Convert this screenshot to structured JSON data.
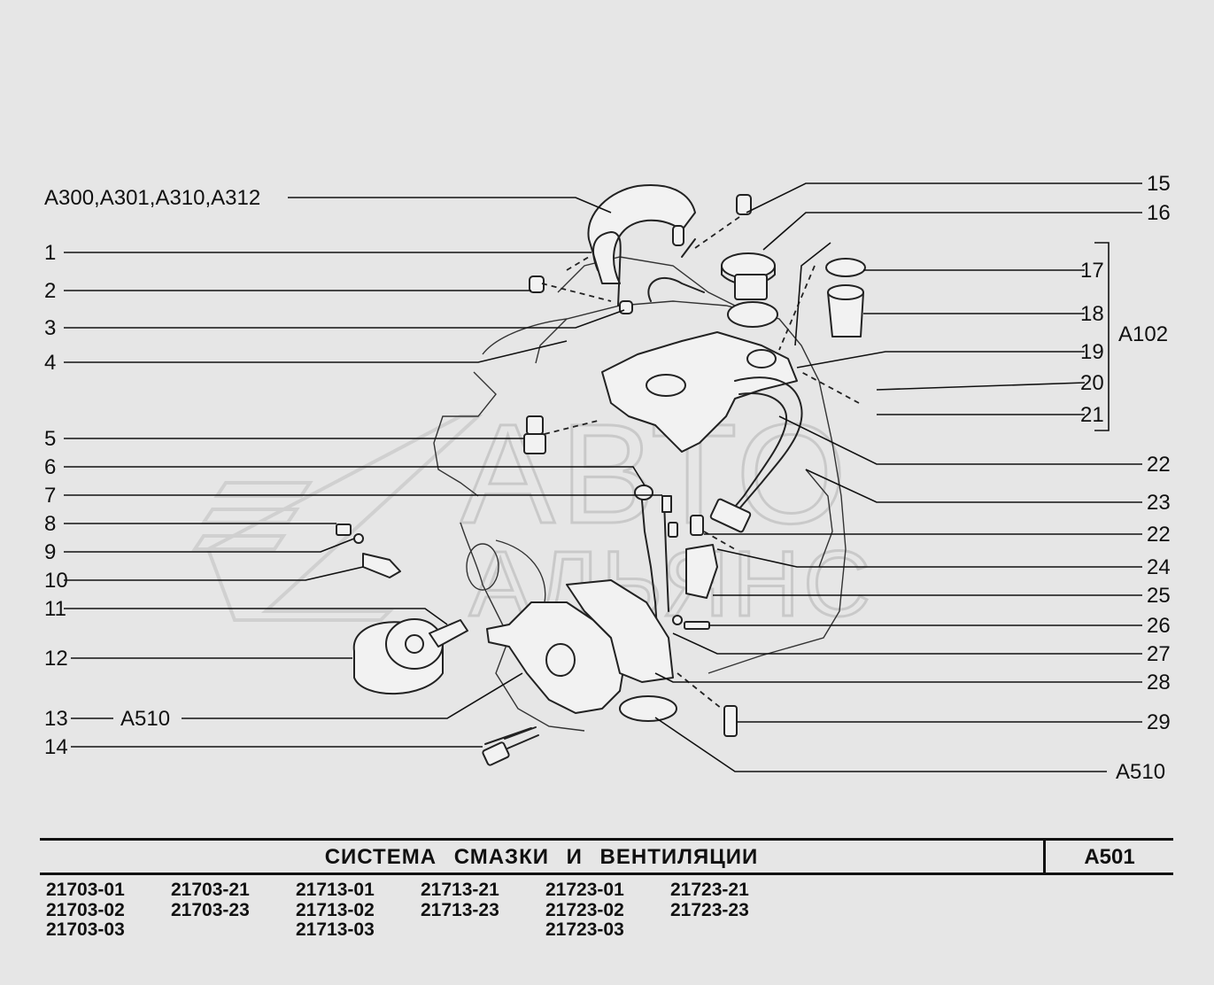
{
  "callouts_left": [
    "A300,A301,A310,A312",
    "1",
    "2",
    "3",
    "4",
    "5",
    "6",
    "7",
    "8",
    "9",
    "10",
    "11",
    "12",
    "13",
    "A510",
    "14"
  ],
  "callouts_right": [
    "15",
    "16",
    "17",
    "18",
    "19",
    "20",
    "21",
    "A102",
    "22",
    "23",
    "22",
    "24",
    "25",
    "26",
    "27",
    "28",
    "29",
    "A510"
  ],
  "watermark": {
    "line1": "АВТО",
    "line2": "АЛЬЯНС"
  },
  "title": "СИСТЕМА СМАЗКИ И ВЕНТИЛЯЦИИ",
  "sheet_code": "А501",
  "models": [
    [
      "21703-01",
      "21703-02",
      "21703-03"
    ],
    [
      "21703-21",
      "21703-23"
    ],
    [
      "21713-01",
      "21713-02",
      "21713-03"
    ],
    [
      "21713-21",
      "21713-23"
    ],
    [
      "21723-01",
      "21723-02",
      "21723-03"
    ],
    [
      "21723-21",
      "21723-23"
    ]
  ]
}
